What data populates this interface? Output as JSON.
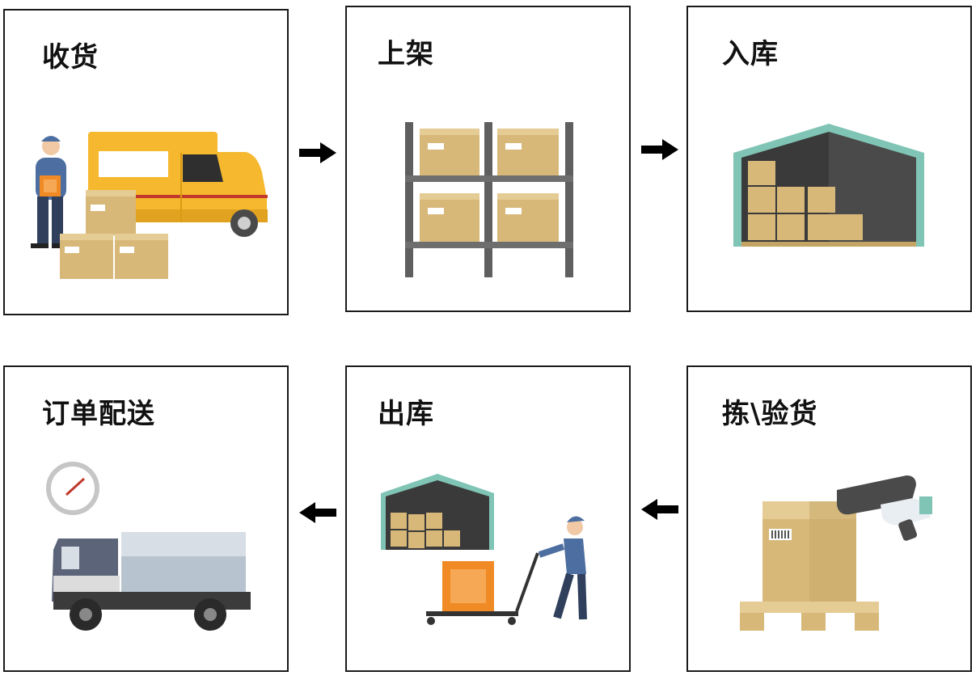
{
  "steps": [
    {
      "id": "receive",
      "title": "收货"
    },
    {
      "id": "shelve",
      "title": "上架"
    },
    {
      "id": "warehouse-in",
      "title": "入库"
    },
    {
      "id": "pick-inspect",
      "title": "拣\\验货"
    },
    {
      "id": "warehouse-out",
      "title": "出库"
    },
    {
      "id": "order-delivery",
      "title": "订单配送"
    }
  ],
  "flow": [
    "收货",
    "上架",
    "入库",
    "拣\\验货",
    "出库",
    "订单配送"
  ],
  "icons": {
    "receive": "delivery-van-worker-boxes-illustration",
    "shelve": "shelf-rack-boxes-illustration",
    "warehouse_in": "warehouse-stacked-boxes-illustration",
    "pick_inspect": "barcode-scanner-box-pallet-illustration",
    "warehouse_out": "worker-pulling-cart-warehouse-illustration",
    "order_delivery": "truck-speedometer-illustration"
  },
  "colors": {
    "border": "#1a1a1a",
    "box": "#d7b879",
    "box_dark": "#c4a463",
    "van": "#f5b82e",
    "shelf": "#5f5f5f",
    "warehouse_roof": "#7fc4b4",
    "truck_cab": "#5b6478",
    "arrow": "#000000"
  }
}
